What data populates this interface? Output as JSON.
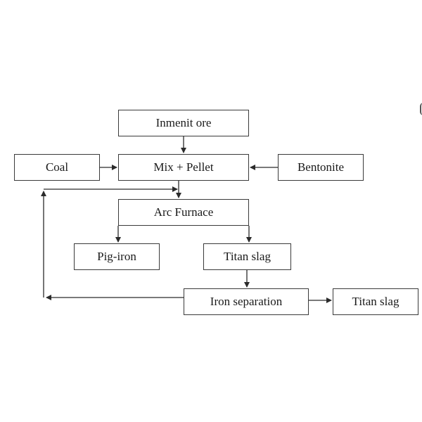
{
  "nodes": {
    "ore": "Inmenit ore",
    "coal": "Coal",
    "mix": "Mix + Pellet",
    "bentonite": "Bentonite",
    "arc_furnace": "Arc Furnace",
    "pig_iron": "Pig-iron",
    "titan_slag": "Titan slag",
    "iron_separation": "Iron separation",
    "titan_slag_output": "Titan slag"
  },
  "edges": [
    {
      "from": "Inmenit ore",
      "to": "Mix + Pellet"
    },
    {
      "from": "Coal",
      "to": "Mix + Pellet"
    },
    {
      "from": "Bentonite",
      "to": "Mix + Pellet"
    },
    {
      "from": "Mix + Pellet",
      "to": "Arc Furnace"
    },
    {
      "from": "Arc Furnace",
      "to": "Pig-iron"
    },
    {
      "from": "Arc Furnace",
      "to": "Titan slag"
    },
    {
      "from": "Titan slag",
      "to": "Iron separation"
    },
    {
      "from": "Iron separation",
      "to": "Titan slag"
    },
    {
      "from": "Iron separation",
      "to": "Arc Furnace",
      "type": "recycle loop"
    }
  ],
  "colors": {
    "line": "#2b2b2b",
    "box_border": "#3a3a3a",
    "text": "#1a1a1a"
  }
}
